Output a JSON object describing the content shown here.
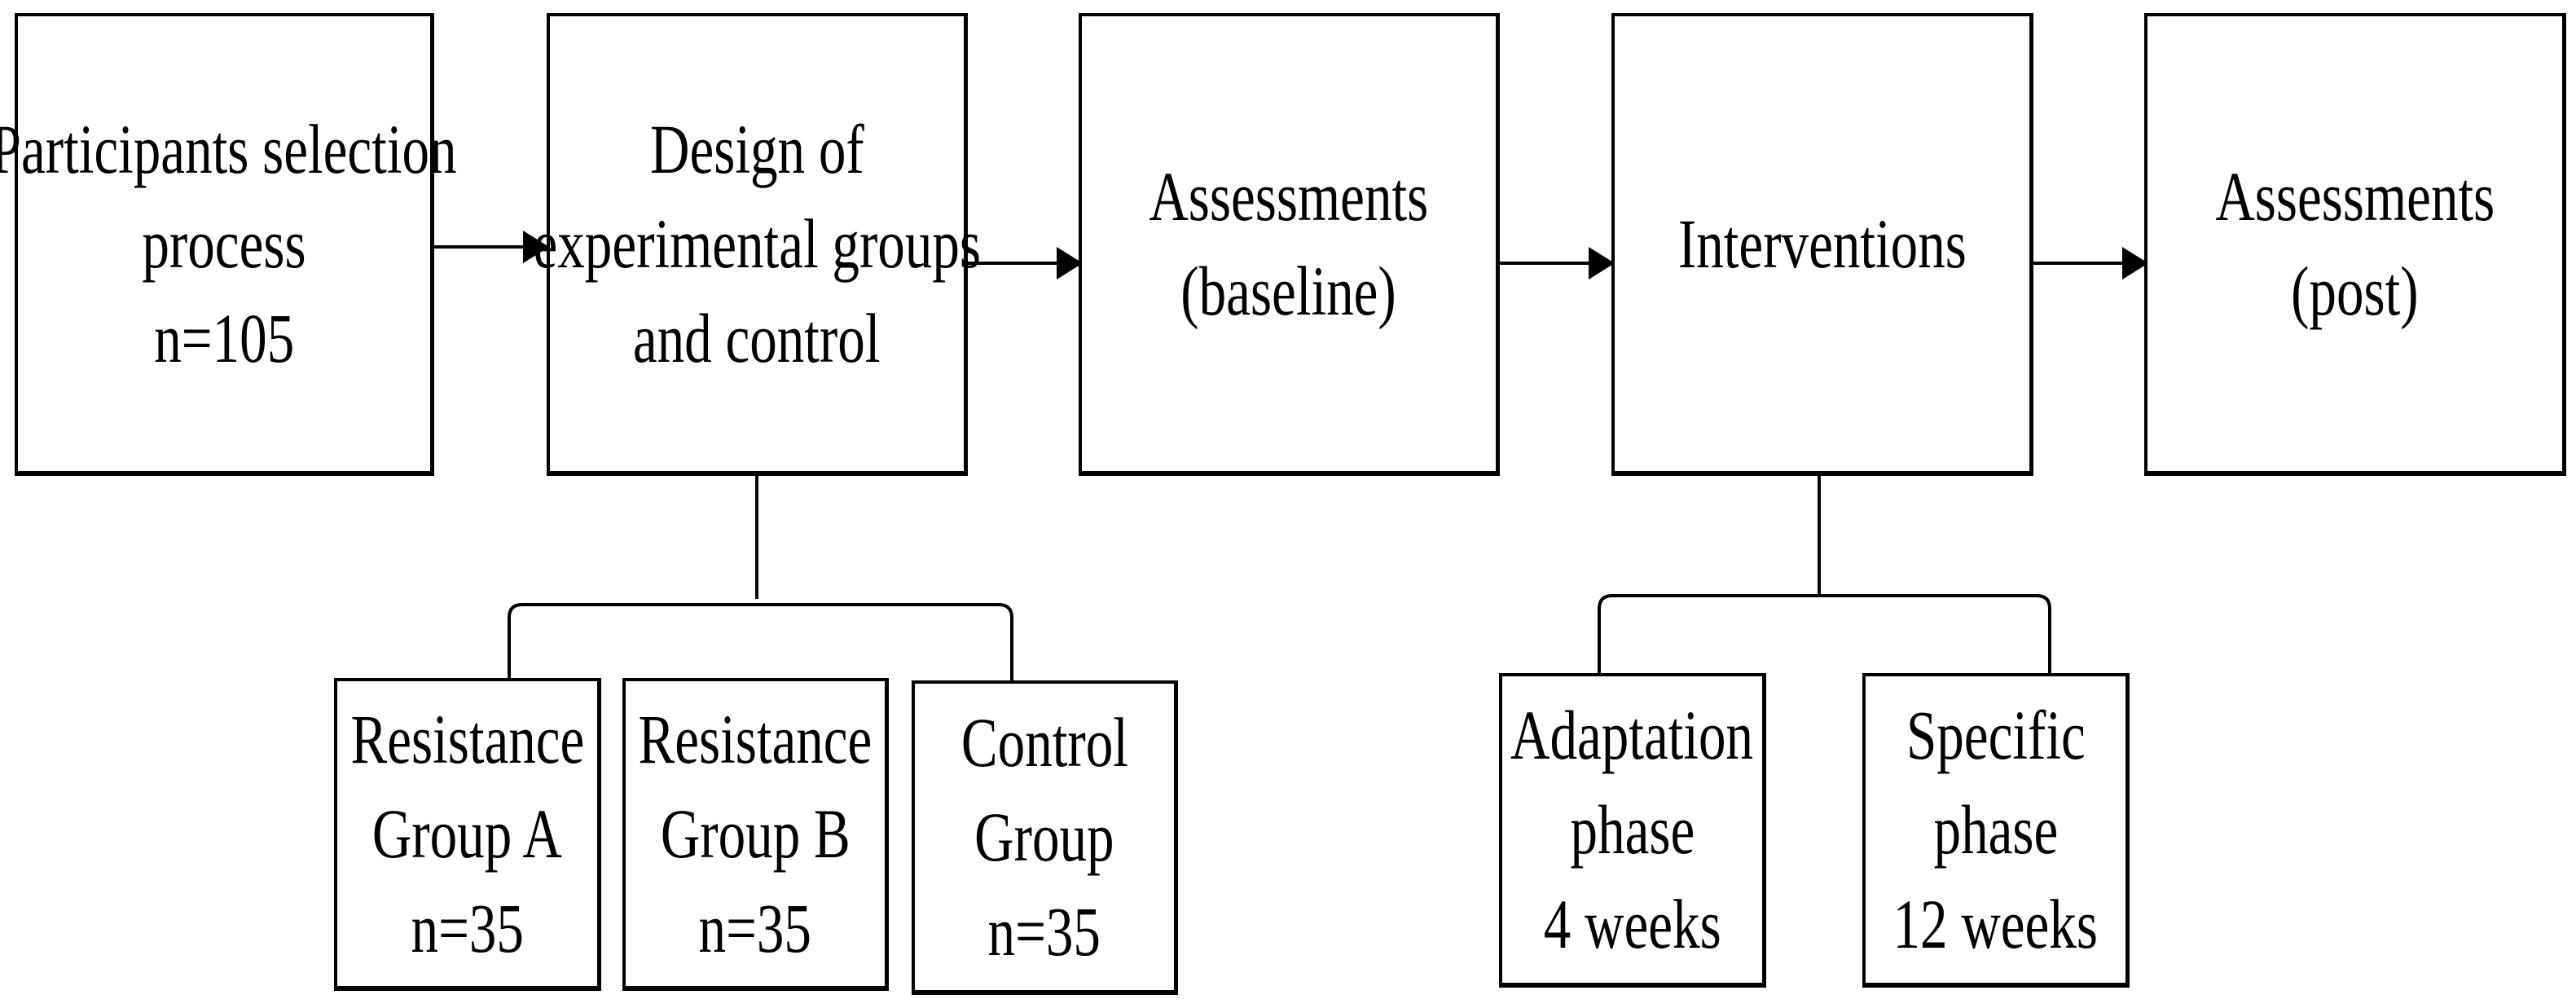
{
  "top_boxes": [
    {
      "id": "selection",
      "lines": [
        "Participants selection",
        "process",
        "n=105"
      ]
    },
    {
      "id": "design",
      "lines": [
        "Design of",
        "experimental groups",
        "and control"
      ]
    },
    {
      "id": "baseline",
      "lines": [
        "Assessments",
        "(baseline)"
      ]
    },
    {
      "id": "interventions",
      "lines": [
        "Interventions"
      ]
    },
    {
      "id": "post",
      "lines": [
        "Assessments",
        "(post)"
      ]
    }
  ],
  "group_boxes": [
    {
      "id": "group-a",
      "lines": [
        "Resistance",
        "Group A",
        "n=35"
      ]
    },
    {
      "id": "group-b",
      "lines": [
        "Resistance",
        "Group B",
        "n=35"
      ]
    },
    {
      "id": "control",
      "lines": [
        "Control",
        "Group",
        "n=35"
      ]
    }
  ],
  "phase_boxes": [
    {
      "id": "adaptation",
      "lines": [
        "Adaptation",
        "phase",
        "4 weeks"
      ]
    },
    {
      "id": "specific",
      "lines": [
        "Specific",
        "phase",
        "12 weeks"
      ]
    }
  ]
}
